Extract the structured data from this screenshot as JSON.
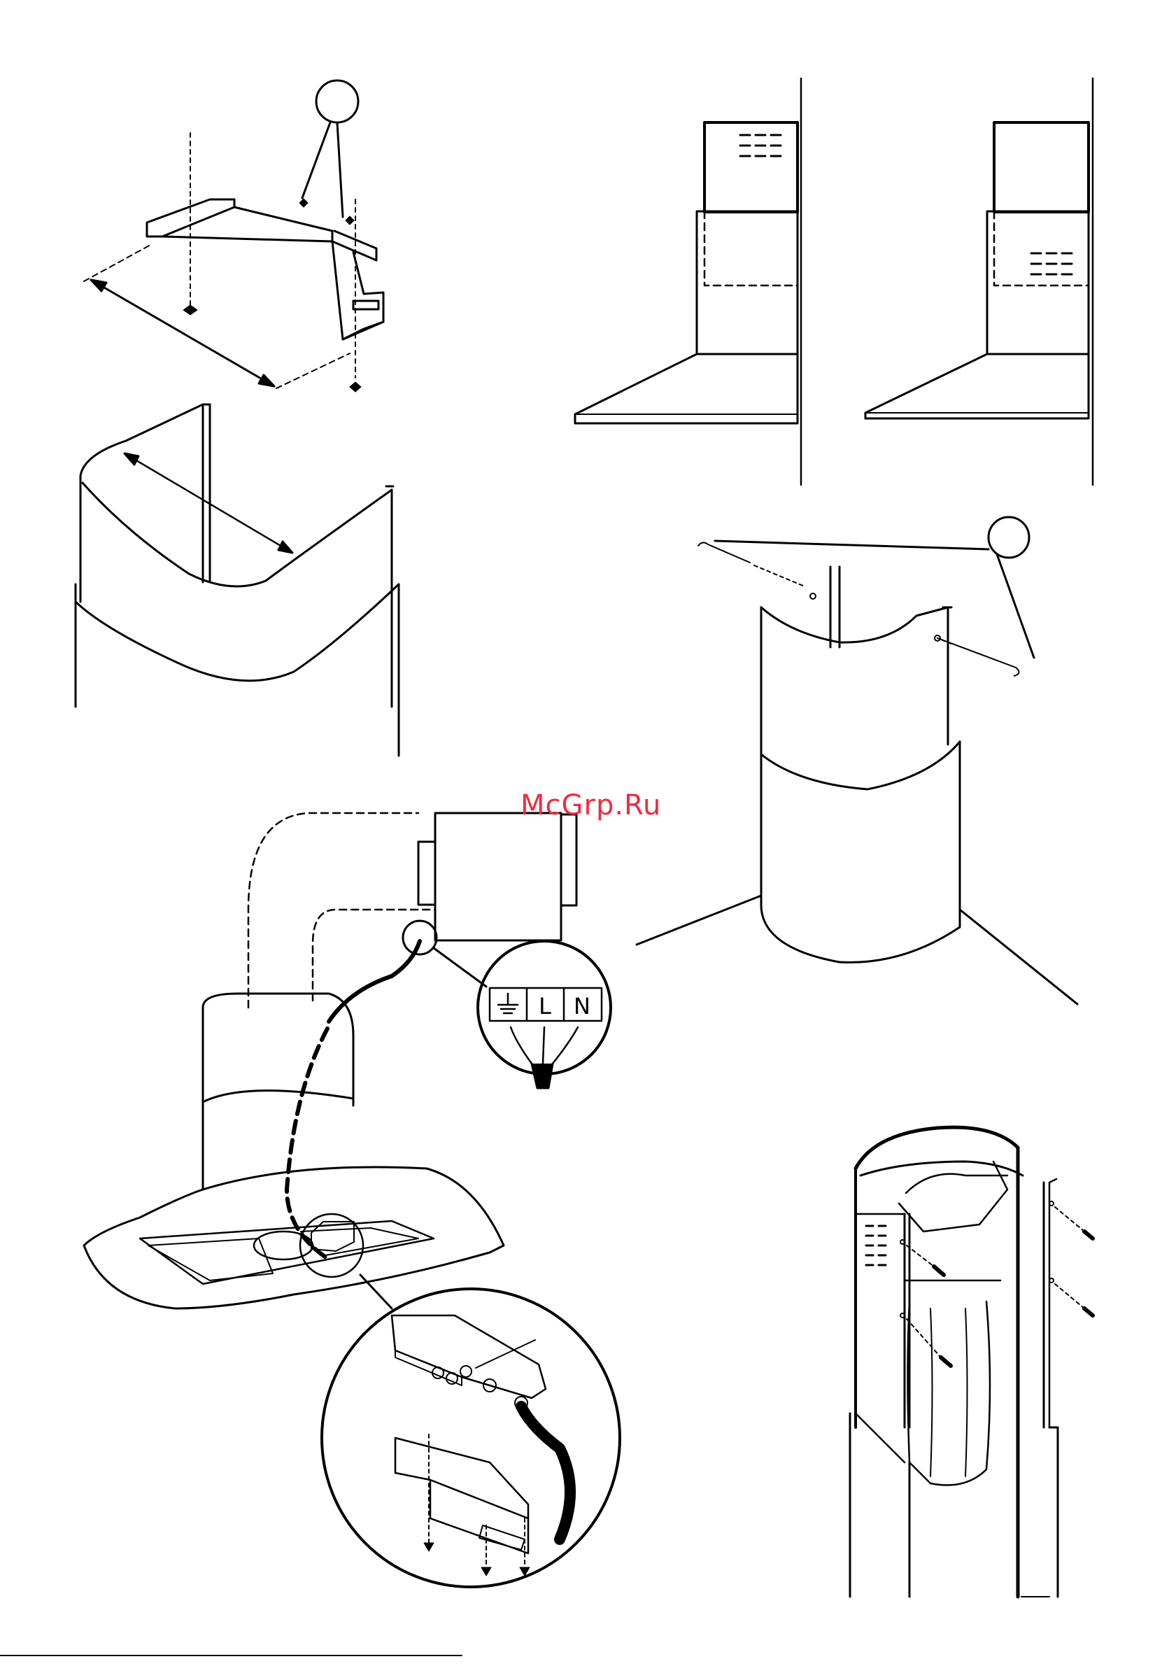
{
  "watermark": "McGrp.Ru",
  "terminal_labels": {
    "live": "L",
    "neutral": "N"
  },
  "footer_text": ""
}
